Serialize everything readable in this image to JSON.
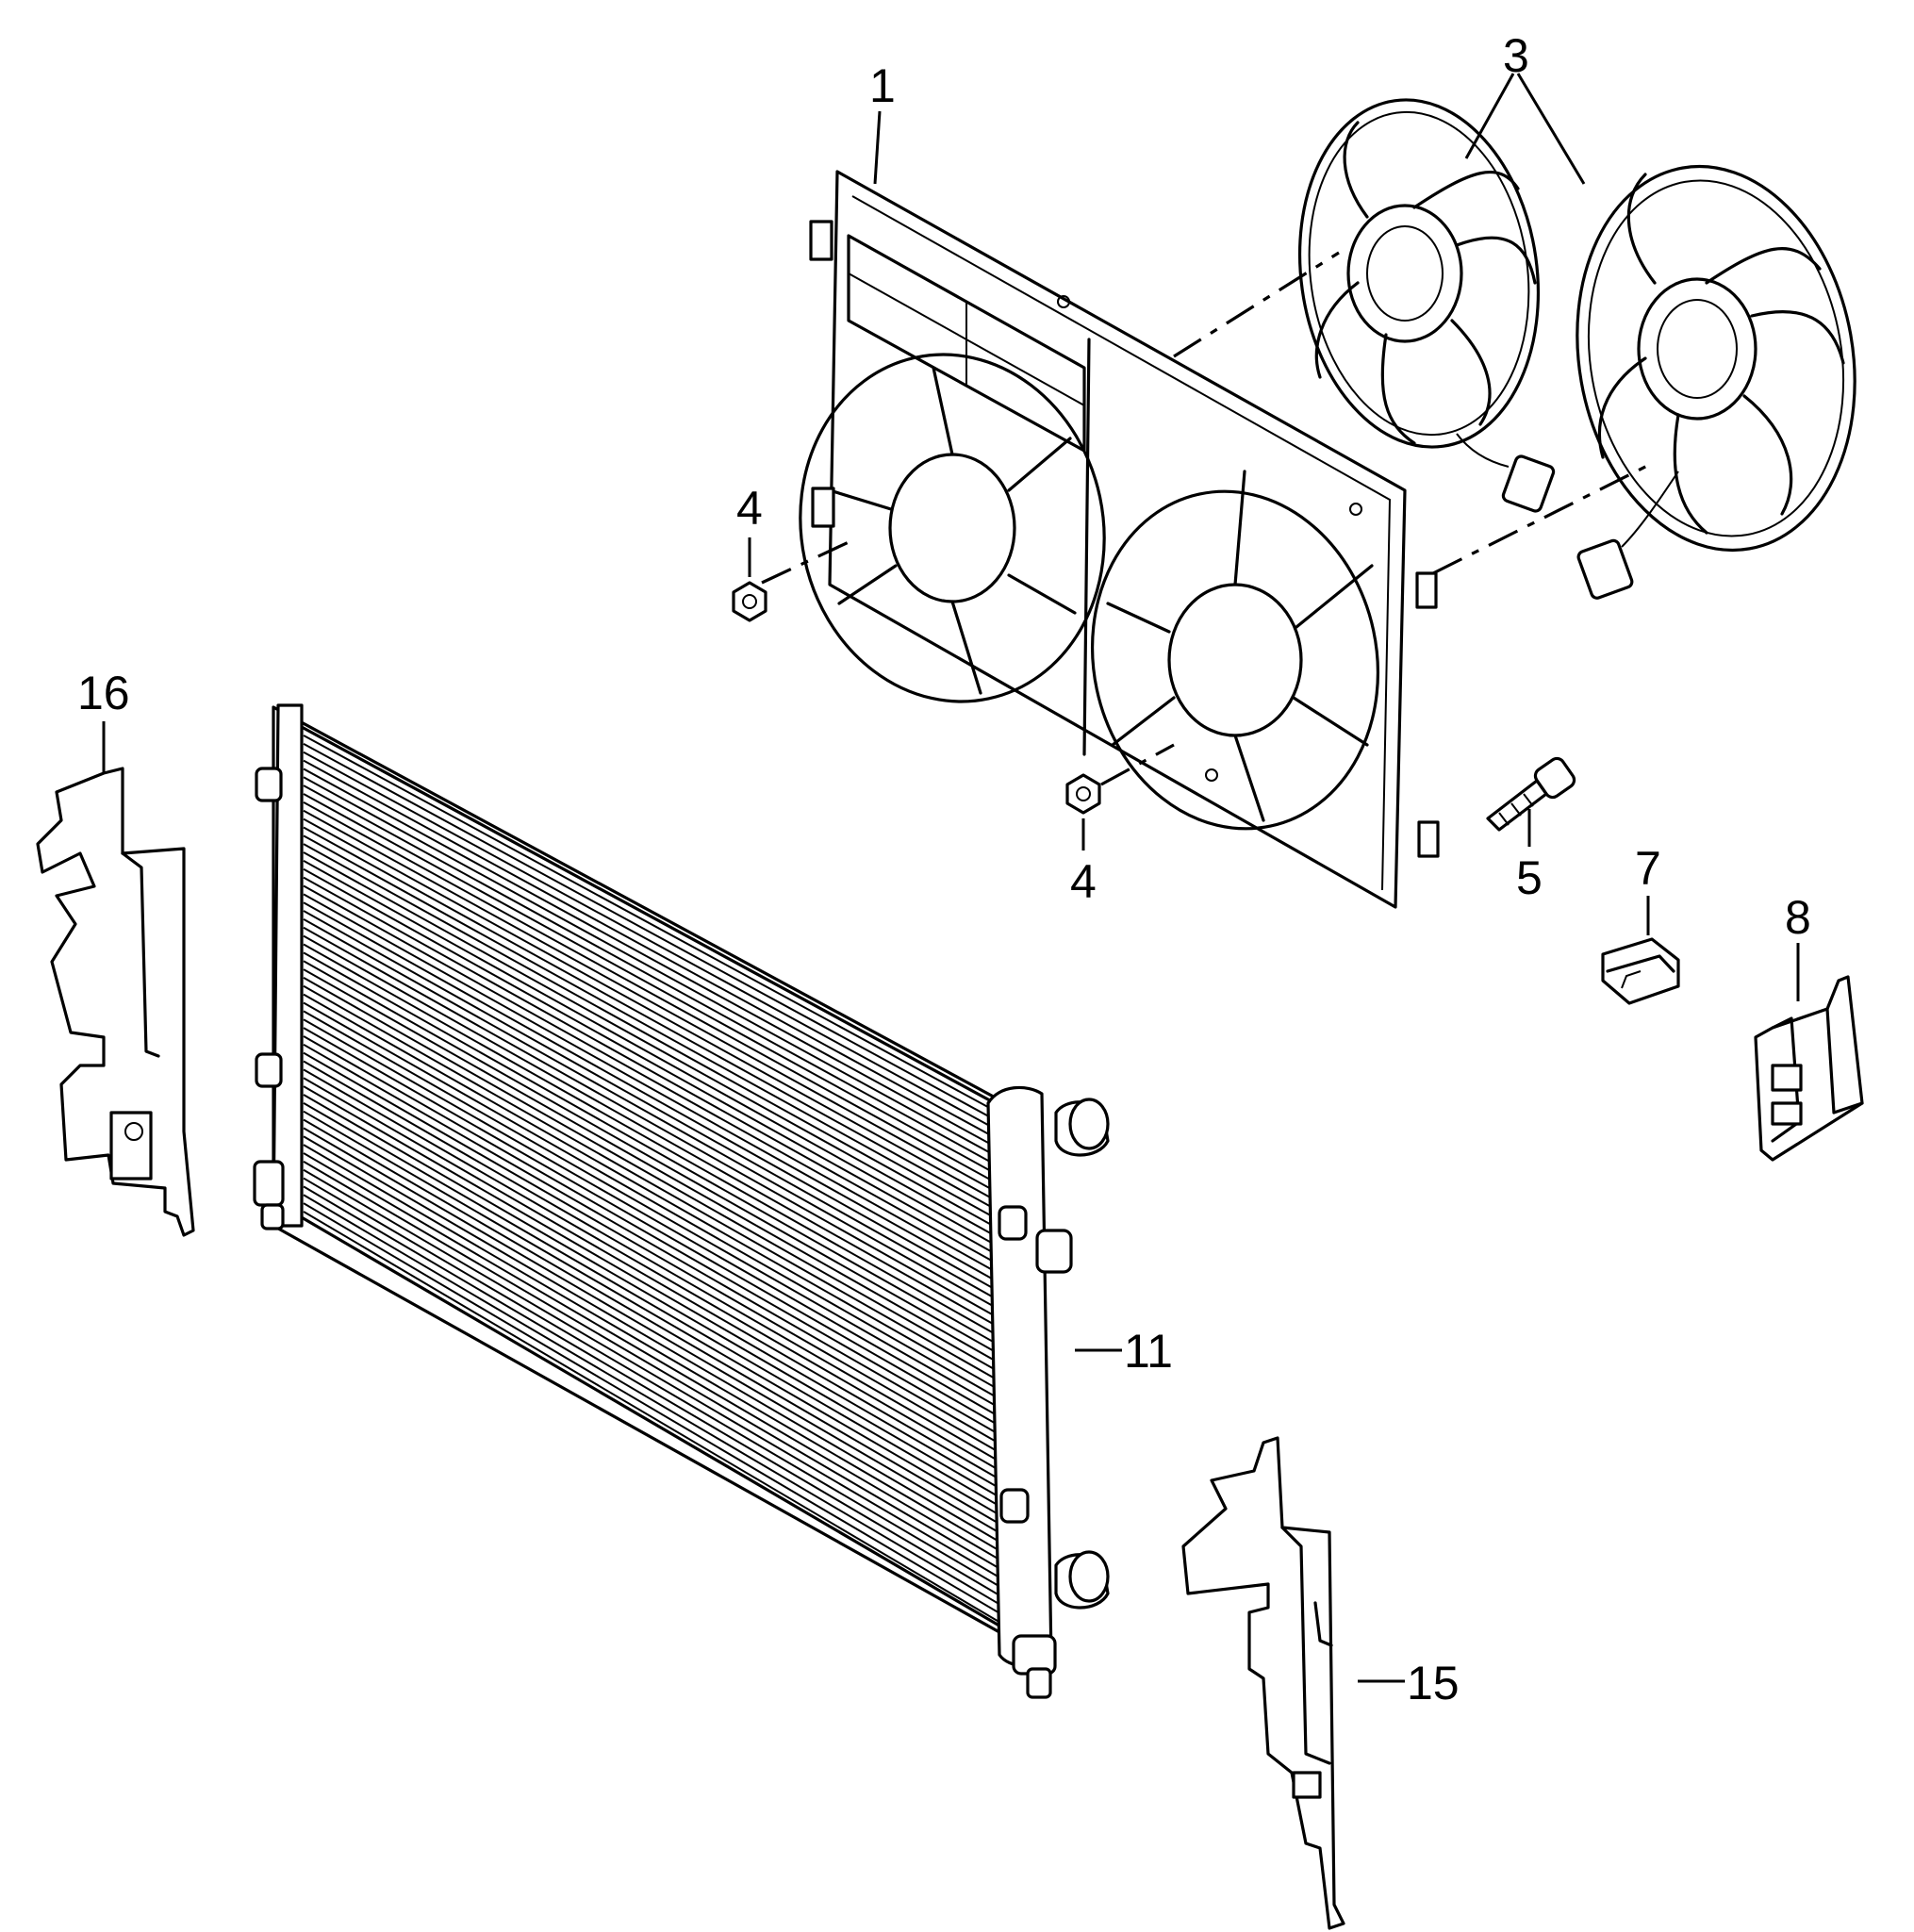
{
  "callouts": {
    "frame": "1",
    "fans": "3",
    "nut_upper": "4",
    "nut_lower": "4",
    "screw": "5",
    "clip": "7",
    "bracket": "8",
    "radiator": "11",
    "air_guide_right": "15",
    "air_guide_left": "16"
  }
}
